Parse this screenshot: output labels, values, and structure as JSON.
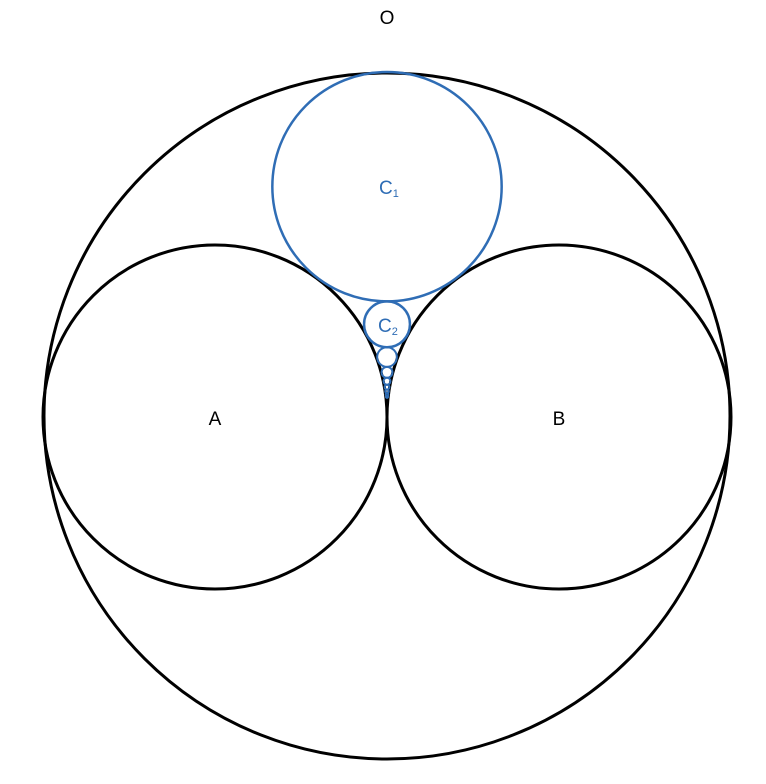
{
  "labels": {
    "outer": "O",
    "left": "A",
    "right": "B",
    "chain_first": "C",
    "chain_first_sub": "1",
    "chain_second": "C",
    "chain_second_sub": "2"
  },
  "colors": {
    "outline": "#000000",
    "chain": "#2f6db5"
  },
  "chain_count": 9
}
